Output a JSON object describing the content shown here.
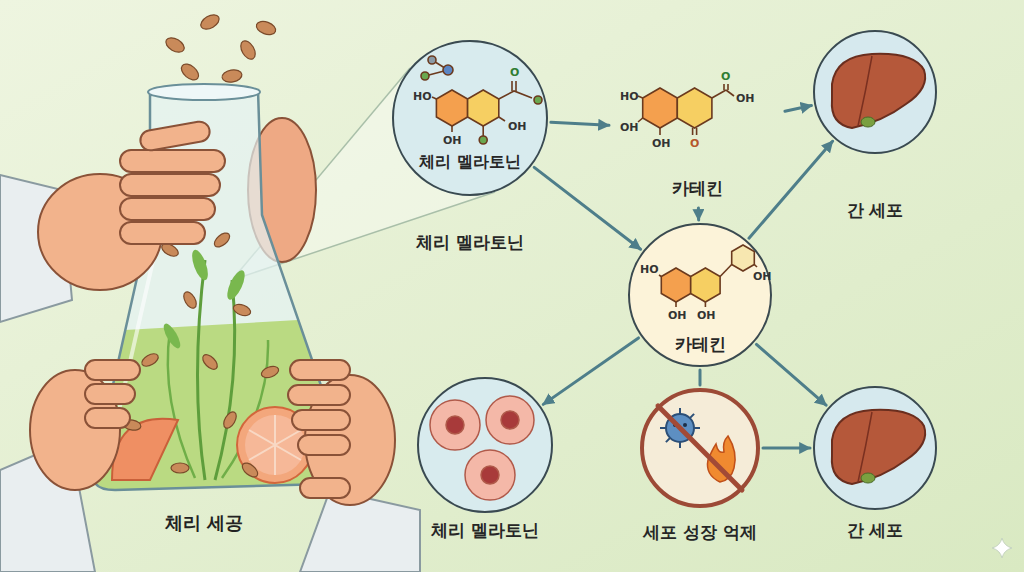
{
  "diagram": {
    "nodes": [
      {
        "text": [
          "체리 멜라토닌",
          "체리 멜라토닌"
        ]
      },
      {
        "text": [
          "카테킨"
        ]
      },
      {
        "text": [
          "간 세포"
        ]
      },
      {
        "text": [
          "카테킨"
        ]
      },
      {
        "text": [
          "체리 멜라토닌"
        ]
      },
      {
        "text": [
          "세포 성장 억제"
        ]
      },
      {
        "text": [
          "간 세포"
        ]
      }
    ],
    "edges": [
      {
        "from": 0,
        "to": 1,
        "arrow": "to"
      },
      {
        "from": 1,
        "to": 2,
        "arrow": "to"
      },
      {
        "from": 0,
        "to": 3,
        "arrow": "to"
      },
      {
        "from": 1,
        "to": 3,
        "arrow": "to"
      },
      {
        "from": 3,
        "to": 2,
        "arrow": "to"
      },
      {
        "from": 3,
        "to": 4,
        "arrow": "to"
      },
      {
        "from": 3,
        "to": 5,
        "arrow": "none"
      },
      {
        "from": 3,
        "to": 6,
        "arrow": "to"
      },
      {
        "from": 5,
        "to": 6,
        "arrow": "to"
      }
    ],
    "labels": [
      "체리 세공",
      "HO",
      "O",
      "OH",
      "OH",
      "HO",
      "O",
      "OH",
      "OH",
      "OH",
      "O",
      "HO",
      "OH",
      "OH",
      "OH"
    ]
  }
}
